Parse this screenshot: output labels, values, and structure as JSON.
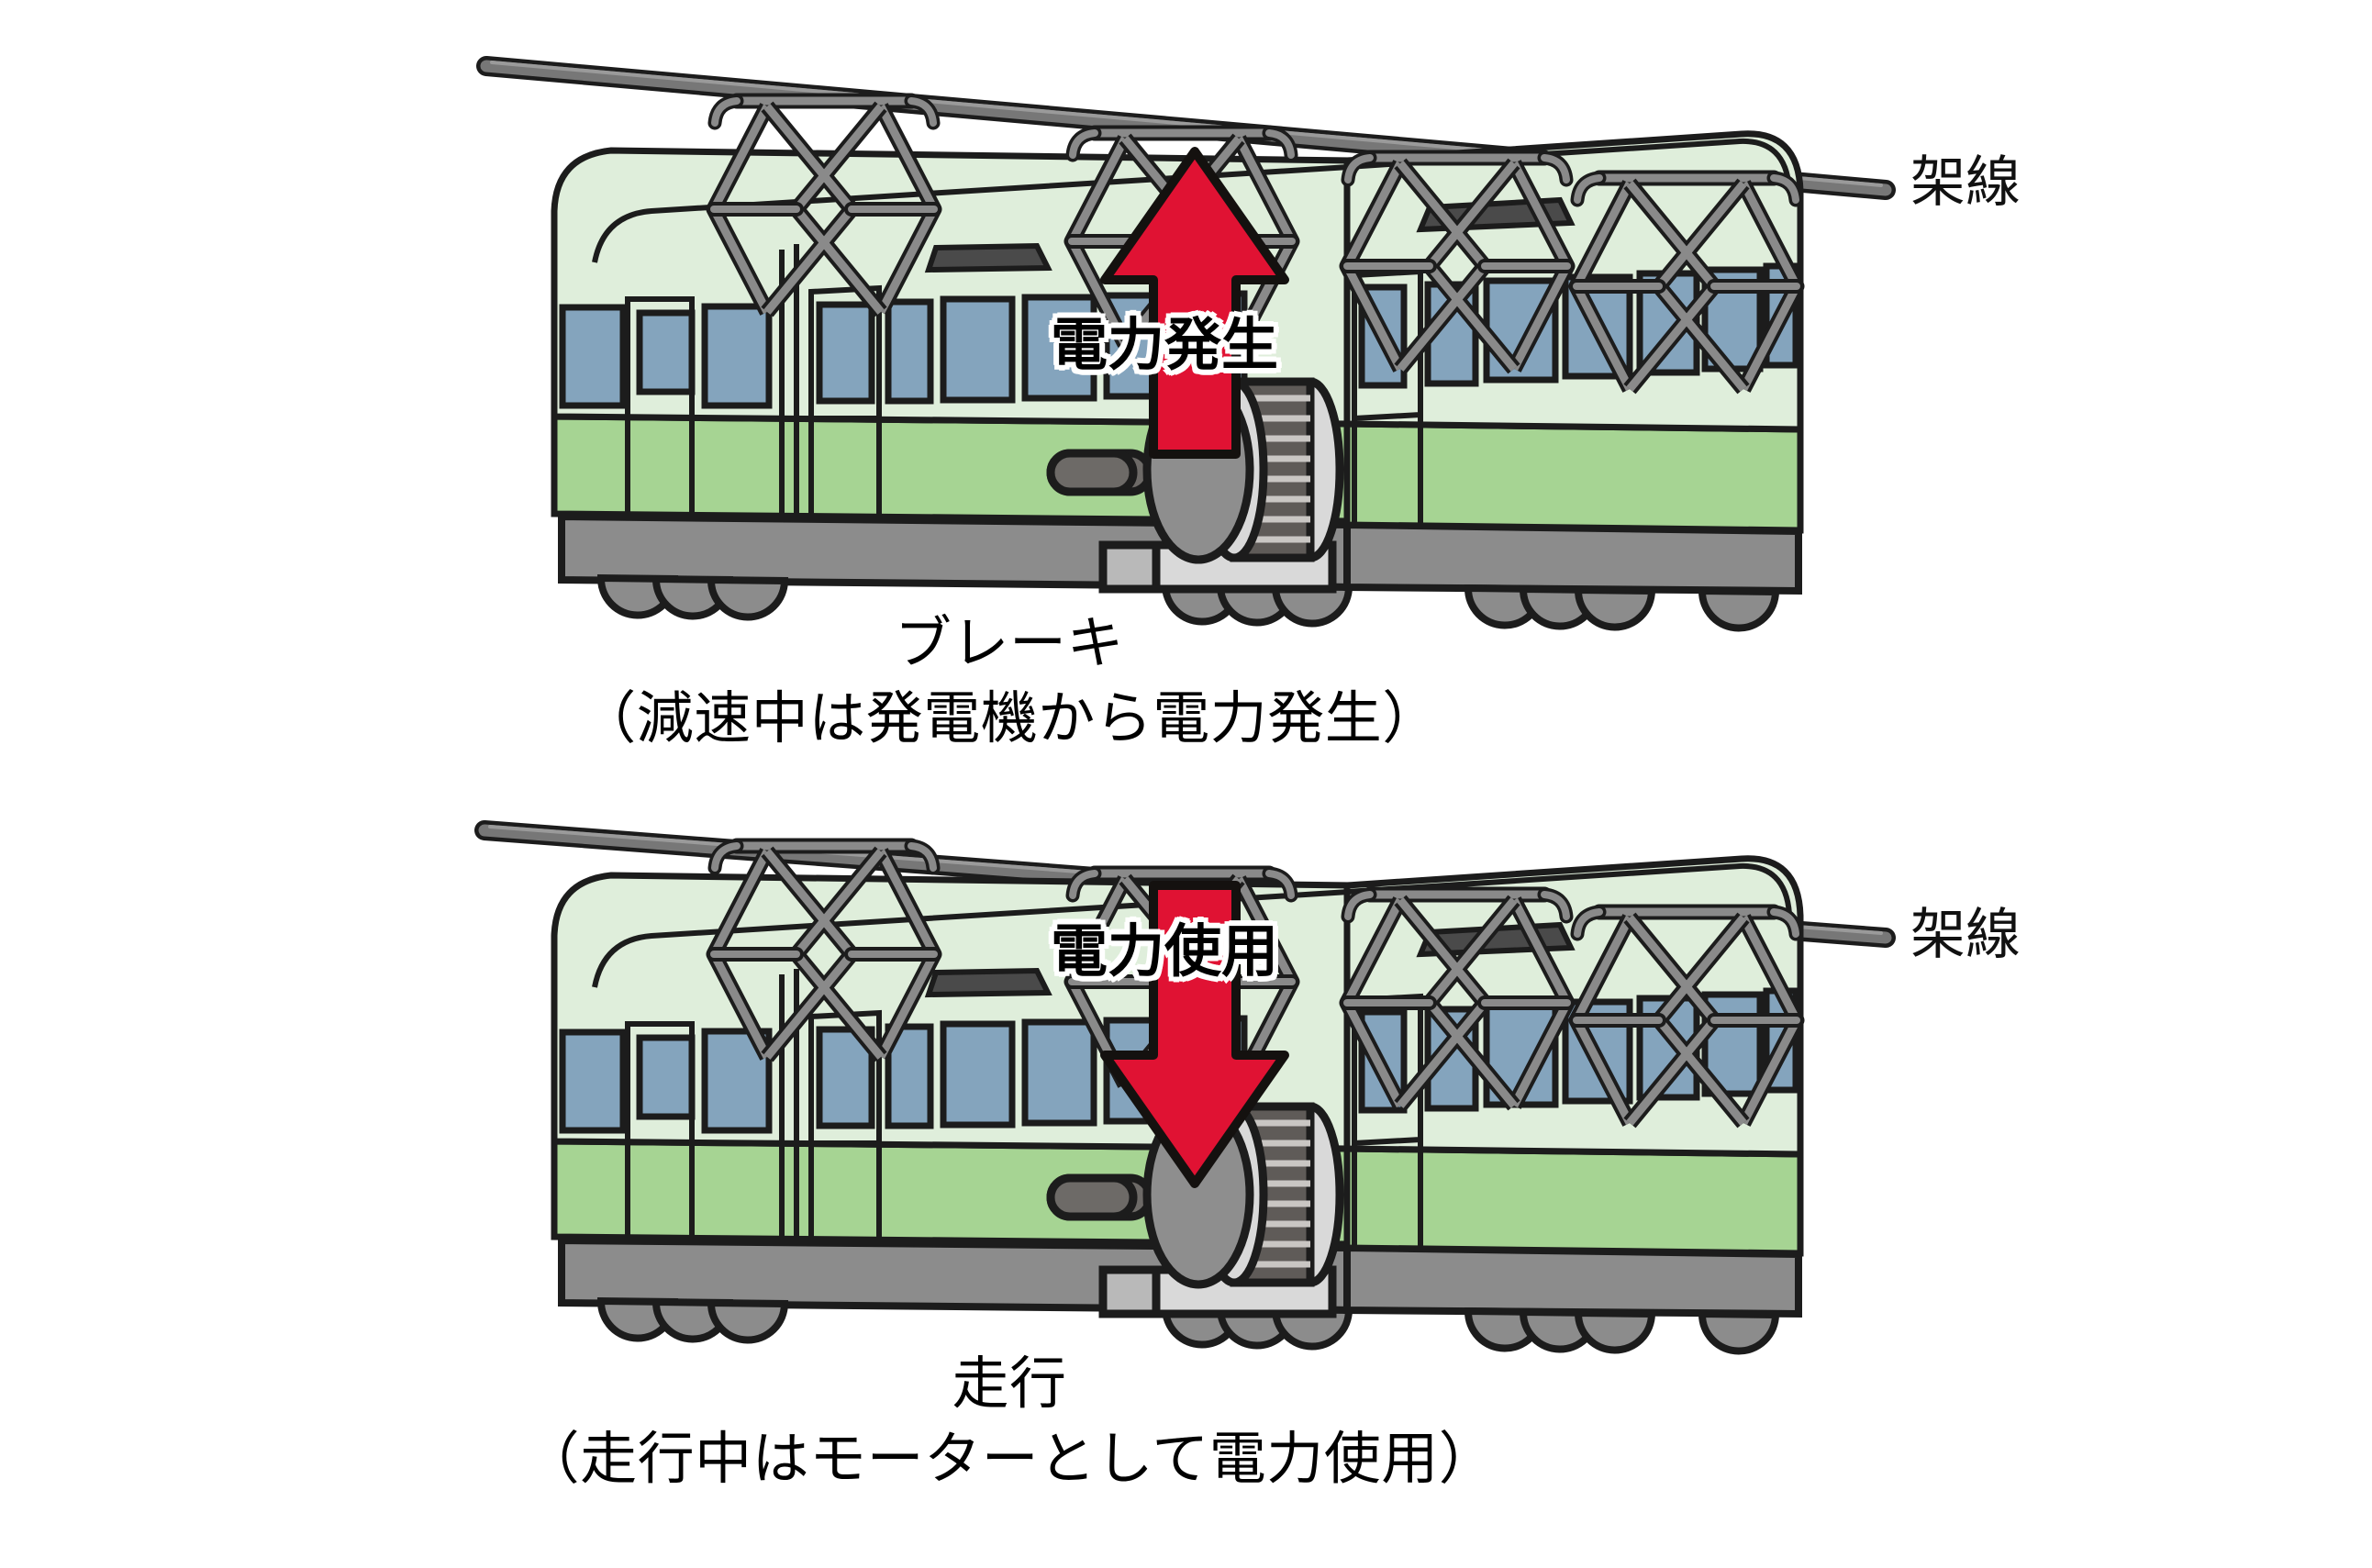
{
  "diagram": {
    "title_semantic": "regenerative-braking-train-diagram",
    "colors": {
      "body_upper": "#dfeedb",
      "body_lower": "#a6d493",
      "window": "#84a4bd",
      "skirt": "#8c8c8c",
      "wheel": "#8c8c8c",
      "outline": "#1c1c1c",
      "pantograph": "#8a8a8a",
      "catenary": "#7d7d7d",
      "arrow_red": "#e01233",
      "motor_body": "#5f5b58",
      "motor_cap": "#d9d9d9",
      "motor_hub": "#8e8e8e",
      "text": "#000000"
    }
  },
  "panels": [
    {
      "id": "brake-panel",
      "wire_label": "架線",
      "arrow": {
        "direction": "up",
        "label": "電力発生"
      },
      "caption_main": "ブレーキ",
      "caption_sub": "（減速中は発電機から電力発生）"
    },
    {
      "id": "running-panel",
      "wire_label": "架線",
      "arrow": {
        "direction": "down",
        "label": "電力使用"
      },
      "caption_main": "走行",
      "caption_sub": "（走行中はモーターとして電力使用）"
    }
  ]
}
